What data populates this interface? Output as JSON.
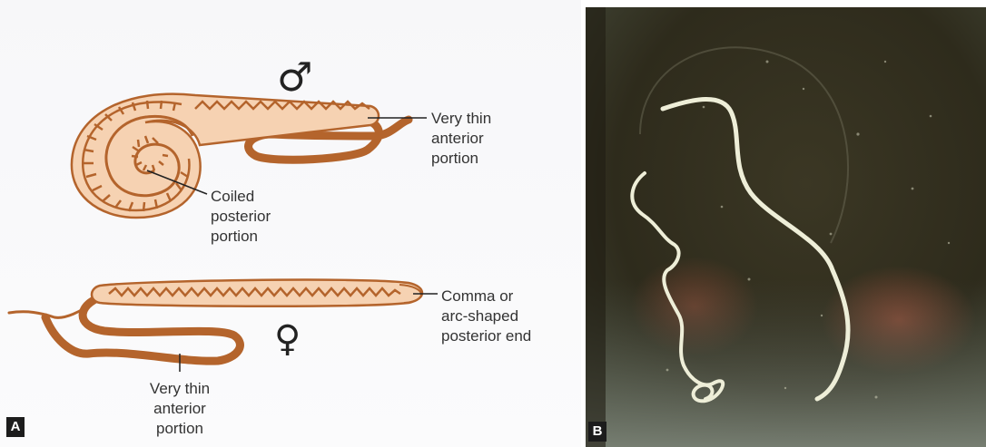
{
  "panel_a": {
    "tag": "A",
    "male": {
      "symbol": "♂",
      "label_anterior": "Very thin\nanterior\nportion",
      "label_posterior": "Coiled\nposterior\nportion"
    },
    "female": {
      "symbol": "♀",
      "label_posterior": "Comma or\narc-shaped\nposterior end",
      "label_anterior": "Very thin\nanterior\nportion"
    }
  },
  "panel_b": {
    "tag": "B"
  },
  "colors": {
    "worm_brown": "#b4642c",
    "worm_fill": "#f6d2b2",
    "photo_bg": "#3d3a26",
    "worm_white": "#eeeed8"
  }
}
